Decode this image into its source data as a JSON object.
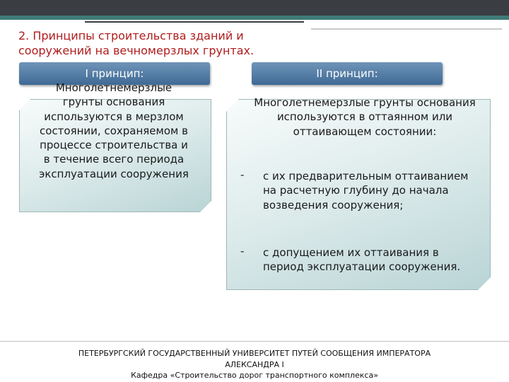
{
  "slide": {
    "title": "2. Принципы строительства зданий и сооружений на вечномерзлых грунтах.",
    "principle1": {
      "header": "I принцип:",
      "text": "Многолетнемерзлые грунты основания используются в мерзлом состоянии, сохраняемом в процессе строительства и в течение всего периода эксплуатации сооружения"
    },
    "principle2": {
      "header": "II принцип:",
      "intro": "Многолетнемерзлые грунты основания используются в оттаянном или оттаивающем состоянии:",
      "bullets": [
        "с их предварительным оттаиванием на расчетную глубину до начала возведения сооружения;",
        "с допущением их оттаивания в период эксплуатации сооружения."
      ],
      "bullet_mark": "-"
    },
    "footer": {
      "line1": "ПЕТЕРБУРГСКИЙ ГОСУДАРСТВЕННЫЙ УНИВЕРСИТЕТ ПУТЕЙ СООБЩЕНИЯ ИМПЕРАТОРА",
      "line2": "АЛЕКСАНДРА I",
      "line3": "Кафедра «Строительство дорог транспортного комплекса»"
    }
  },
  "colors": {
    "title": "#b01d1d",
    "header_bg": "#4f789f",
    "top_bar": "#3a3d42",
    "accent_bar": "#3e7b78",
    "card_bg": "#dfecec"
  }
}
